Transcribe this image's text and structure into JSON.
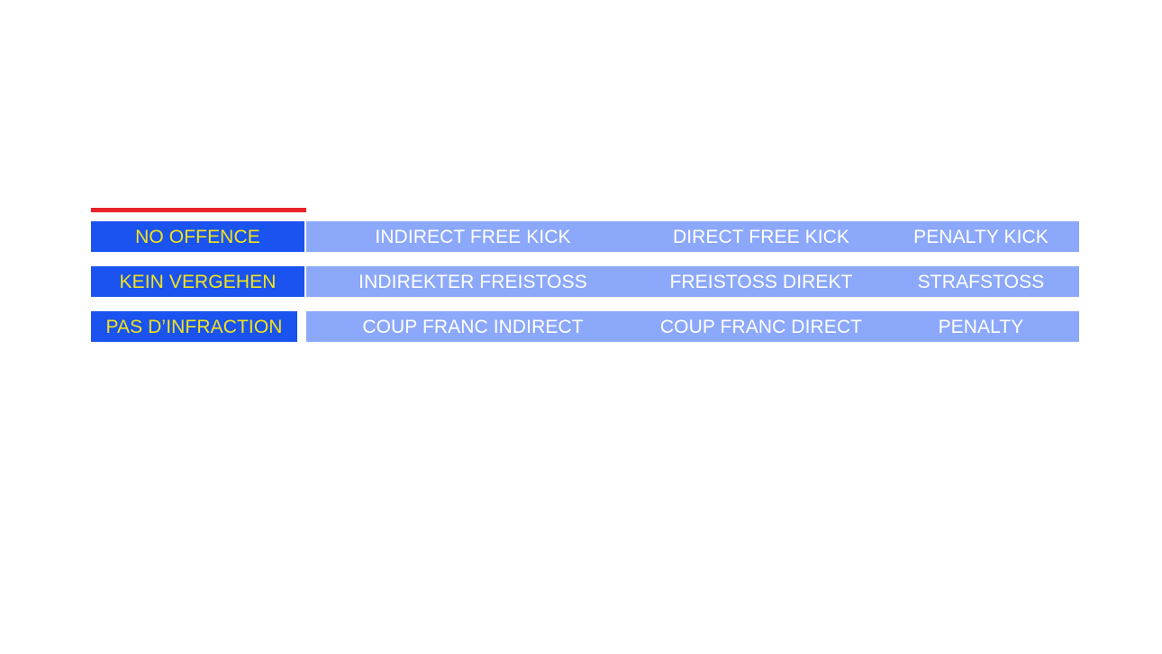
{
  "slide": {
    "background_color": "#ffffff",
    "accent_rule_color": "#e8232a"
  },
  "palette": {
    "label_cell_background": "#1a53ef",
    "label_cell_text": "#f2e31a",
    "outcome_bar_background": "#8ca8fa",
    "outcome_cell_text": "#ffffff",
    "accent_red": "#e8232a"
  },
  "table": {
    "rows": [
      {
        "language": "english",
        "label": "NO OFFENCE",
        "outcomes": [
          "INDIRECT FREE KICK",
          "DIRECT FREE KICK",
          "PENALTY KICK"
        ]
      },
      {
        "language": "german",
        "label": "KEIN VERGEHEN",
        "outcomes": [
          "INDIREKTER FREISTOSS",
          "FREISTOSS DIREKT",
          "STRAFSTOSS"
        ]
      },
      {
        "language": "french",
        "label": "PAS D’INFRACTION",
        "outcomes": [
          "COUP FRANC INDIRECT",
          "COUP FRANC DIRECT",
          "PENALTY"
        ]
      }
    ]
  }
}
